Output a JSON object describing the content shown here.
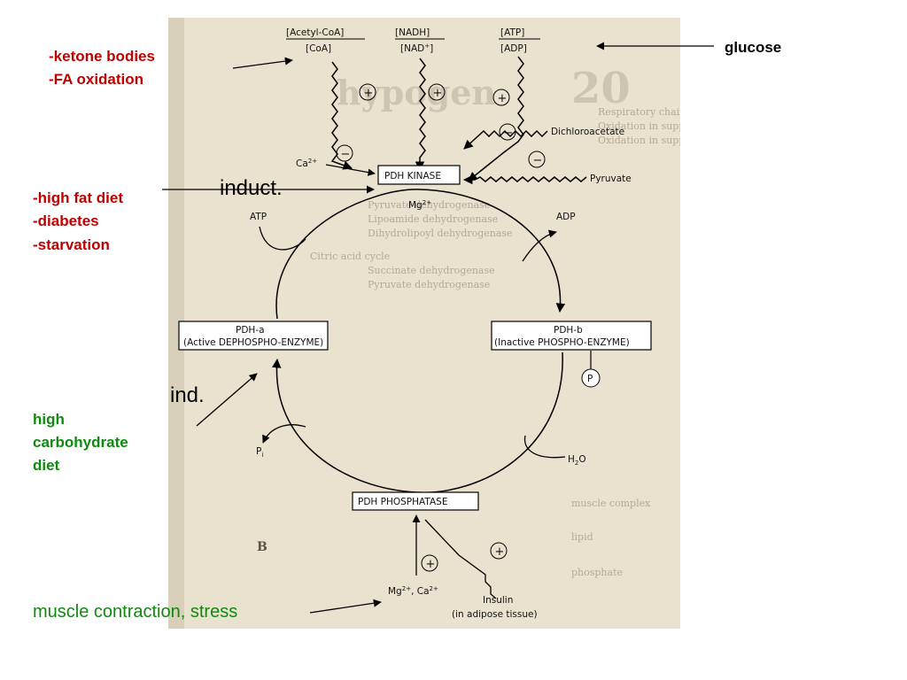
{
  "annotations": {
    "ketone_bodies": "-ketone bodies",
    "fa_oxidation": "-FA oxidation",
    "glucose": "glucose",
    "high_fat_diet": "-high fat diet",
    "diabetes": "-diabetes",
    "starvation": "-starvation",
    "induct": "induct.",
    "ind": "ind.",
    "high": "high",
    "carbohydrate": "carbohydrate",
    "diet": "diet",
    "muscle_contraction": "muscle contraction, stress"
  },
  "diagram": {
    "acetyl_coa": "[Acetyl-CoA]",
    "coa": "[CoA]",
    "nadh": "[NADH]",
    "nad": "[NAD",
    "nad_sup": "+",
    "nad_close": "]",
    "atp_bracket": "[ATP]",
    "adp_bracket": "[ADP]",
    "dichloroacetate": "Dichloroacetate",
    "ca": "Ca",
    "ca_sup": "2+",
    "pdh_kinase": "PDH KINASE",
    "pyruvate": "Pyruvate",
    "mg": "Mg",
    "mg_sup": "2+",
    "atp": "ATP",
    "adp": "ADP",
    "pdh_a": "PDH-a",
    "pdh_a_desc": "(Active DEPHOSPHO-ENZYME)",
    "pdh_b": "PDH-b",
    "pdh_b_desc": "(Inactive PHOSPHO-ENZYME)",
    "phosphate_p": "P",
    "pi": "P",
    "pi_sub": "i",
    "h2o_h": "H",
    "h2o_sub": "2",
    "h2o_o": "O",
    "pdh_phosphatase": "PDH PHOSPHATASE",
    "mg_ca": "Mg",
    "mg_ca_sup1": "2+",
    "mg_ca_mid": ", Ca",
    "mg_ca_sup2": "2+",
    "insulin": "Insulin",
    "insulin_site": "(in adipose tissue)",
    "plus_sign": "+",
    "minus_sign": "−"
  },
  "background_scan": {
    "lines": [
      "Respiratory chain",
      "Oxidation in suppl",
      "Oxidation in suppl",
      "Pyruvate dehydrogenase",
      "Lipoamide dehydrogenase",
      "Dihydrolipoyl dehydrogenase",
      "Citric acid cycle",
      "Succinate dehydrogenase",
      "Pyruvate dehydrogenase",
      "B",
      "muscle complex",
      "lipid",
      "phosphate"
    ],
    "heading": "hypogen",
    "number": "20"
  }
}
